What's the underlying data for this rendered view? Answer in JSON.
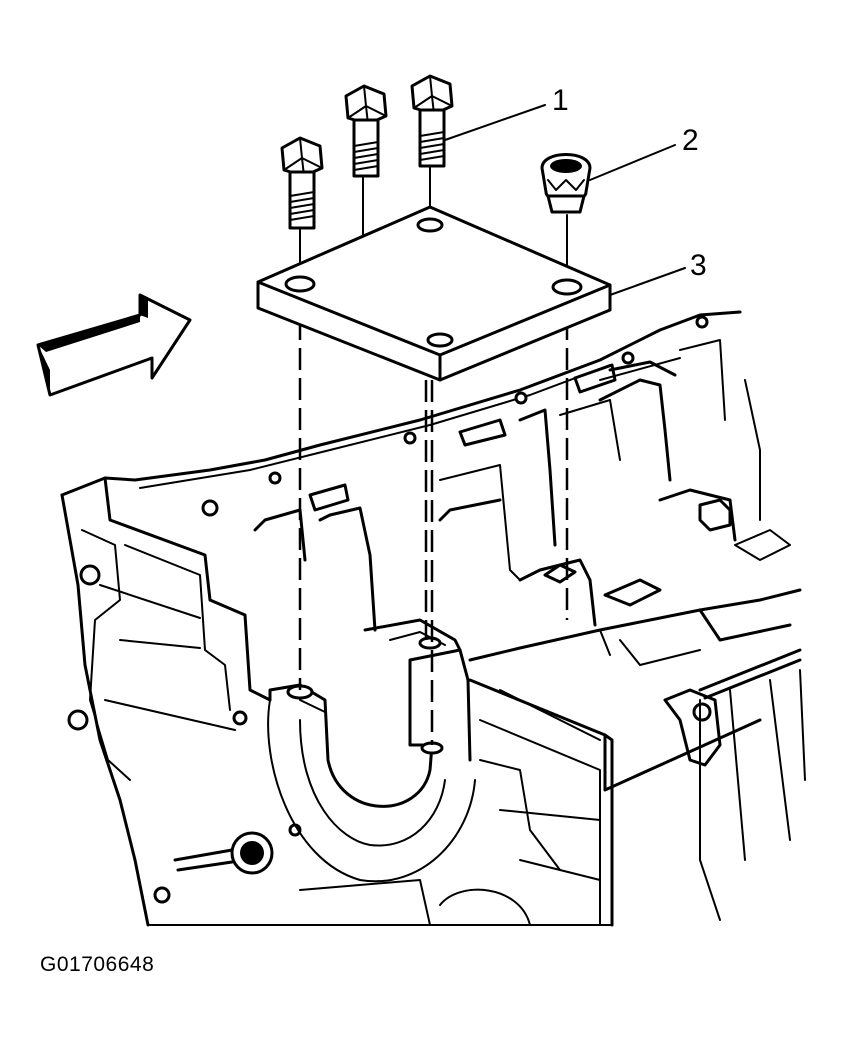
{
  "callouts": [
    {
      "label": "1"
    },
    {
      "label": "2"
    },
    {
      "label": "3"
    }
  ],
  "figure_id": "G01706648"
}
